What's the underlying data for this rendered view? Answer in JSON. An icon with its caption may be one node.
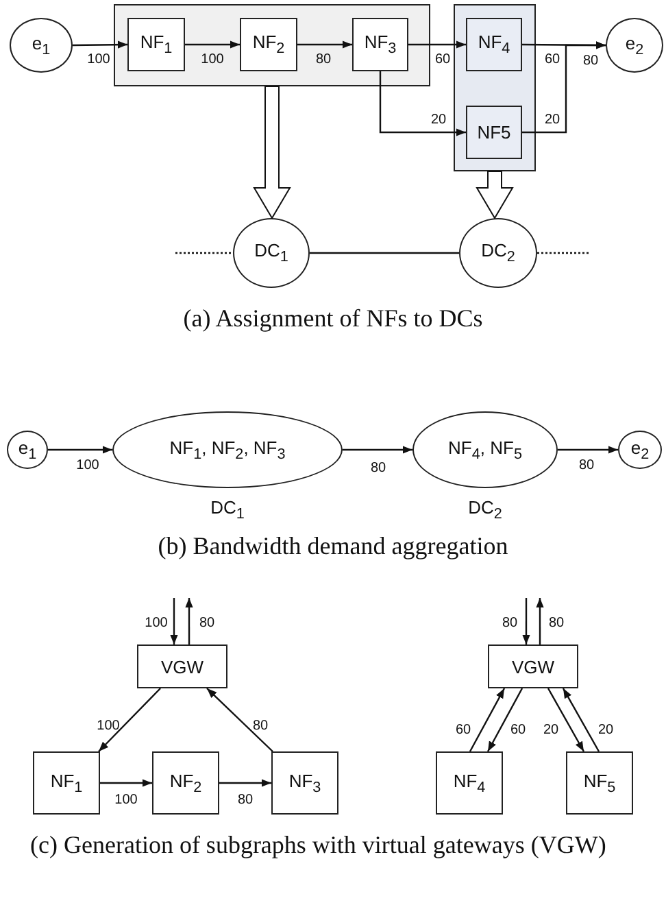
{
  "diagram": {
    "nodes": [
      {
        "text": [
          "e$_{1}$"
        ]
      },
      {
        "text": [],
        "shape": "box"
      },
      {
        "text": [
          "NF$_{1}$"
        ],
        "in": 1
      },
      {
        "text": [
          "NF$_{2}$"
        ],
        "in": 1
      },
      {
        "text": [
          "NF$_{3}$"
        ],
        "in": 1
      },
      {
        "text": [],
        "shape": "box"
      },
      {
        "text": [
          "NF$_{4}$"
        ],
        "in": 5
      },
      {
        "text": [
          "NF5"
        ],
        "in": 5
      },
      {
        "text": [
          "e$_{2}$"
        ]
      },
      {
        "text": [
          "DC$_{1}$"
        ]
      },
      {
        "text": [
          "DC$_{2}$"
        ]
      },
      {
        "text": [
          "e$_{1}$"
        ]
      },
      {
        "text": [
          "NF$_{1}$, NF$_{2}$, NF$_{3}$"
        ],
        "beside": [
          "DC$_{1}$"
        ]
      },
      {
        "text": [
          "NF$_{4}$, NF$_{5}$"
        ],
        "beside": [
          "DC$_{2}$"
        ]
      },
      {
        "text": [
          "e$_{2}$"
        ]
      },
      {
        "text": [
          "VGW"
        ]
      },
      {
        "text": [
          "NF$_{1}$"
        ]
      },
      {
        "text": [
          "NF$_{2}$"
        ]
      },
      {
        "text": [
          "NF$_{3}$"
        ]
      },
      {
        "text": [
          "VGW"
        ]
      },
      {
        "text": [
          "NF$_{4}$"
        ]
      },
      {
        "text": [
          "NF$_{5}$"
        ]
      }
    ],
    "edges": [
      {
        "from": 0,
        "to": 2,
        "arrow": "to",
        "label": "100"
      },
      {
        "from": 2,
        "to": 3,
        "arrow": "to",
        "label": "100"
      },
      {
        "from": 3,
        "to": 4,
        "arrow": "to",
        "label": "80"
      },
      {
        "from": 4,
        "to": 6,
        "arrow": "to",
        "label": "60"
      },
      {
        "from": 4,
        "to": 7,
        "arrow": "to",
        "label": "20"
      },
      {
        "from": 6,
        "to": 8,
        "arrow": "to",
        "label": "60"
      },
      {
        "from": 7,
        "to": 8,
        "arrow": "to",
        "label": "20"
      },
      {
        "from": 1,
        "to": 9,
        "arrow": "to",
        "style": "thick"
      },
      {
        "from": 5,
        "to": 10,
        "arrow": "to",
        "style": "thick"
      },
      {
        "from": 9,
        "to": 10,
        "arrow": "none"
      },
      {
        "from": null,
        "to": 9,
        "arrow": "none",
        "style": "dashed"
      },
      {
        "from": 10,
        "to": null,
        "arrow": "none",
        "style": "dashed"
      },
      {
        "from": 11,
        "to": 12,
        "arrow": "to",
        "label": "100"
      },
      {
        "from": 12,
        "to": 13,
        "arrow": "to",
        "label": "80"
      },
      {
        "from": 13,
        "to": 14,
        "arrow": "to",
        "label": "80"
      },
      {
        "from": null,
        "to": 15,
        "arrow": "to",
        "label": "100"
      },
      {
        "from": 15,
        "to": null,
        "arrow": "to",
        "label": "80"
      },
      {
        "from": 15,
        "to": 16,
        "arrow": "to",
        "label": "100"
      },
      {
        "from": 16,
        "to": 17,
        "arrow": "to",
        "label": "100"
      },
      {
        "from": 17,
        "to": 18,
        "arrow": "to",
        "label": "80"
      },
      {
        "from": 18,
        "to": 15,
        "arrow": "to",
        "label": "80"
      },
      {
        "from": null,
        "to": 19,
        "arrow": "to",
        "label": "80"
      },
      {
        "from": 19,
        "to": null,
        "arrow": "to",
        "label": "80"
      },
      {
        "from": 20,
        "to": 19,
        "arrow": "to",
        "label": "60"
      },
      {
        "from": 19,
        "to": 20,
        "arrow": "to",
        "label": "60"
      },
      {
        "from": 19,
        "to": 21,
        "arrow": "to",
        "label": "20"
      },
      {
        "from": 21,
        "to": 19,
        "arrow": "to",
        "label": "20"
      }
    ],
    "labels": [
      "80",
      "(a) Assignment of NFs to DCs",
      "(b) Bandwidth demand aggregation",
      "(c) Generation of subgraphs with virtual gateways (VGW)"
    ]
  }
}
